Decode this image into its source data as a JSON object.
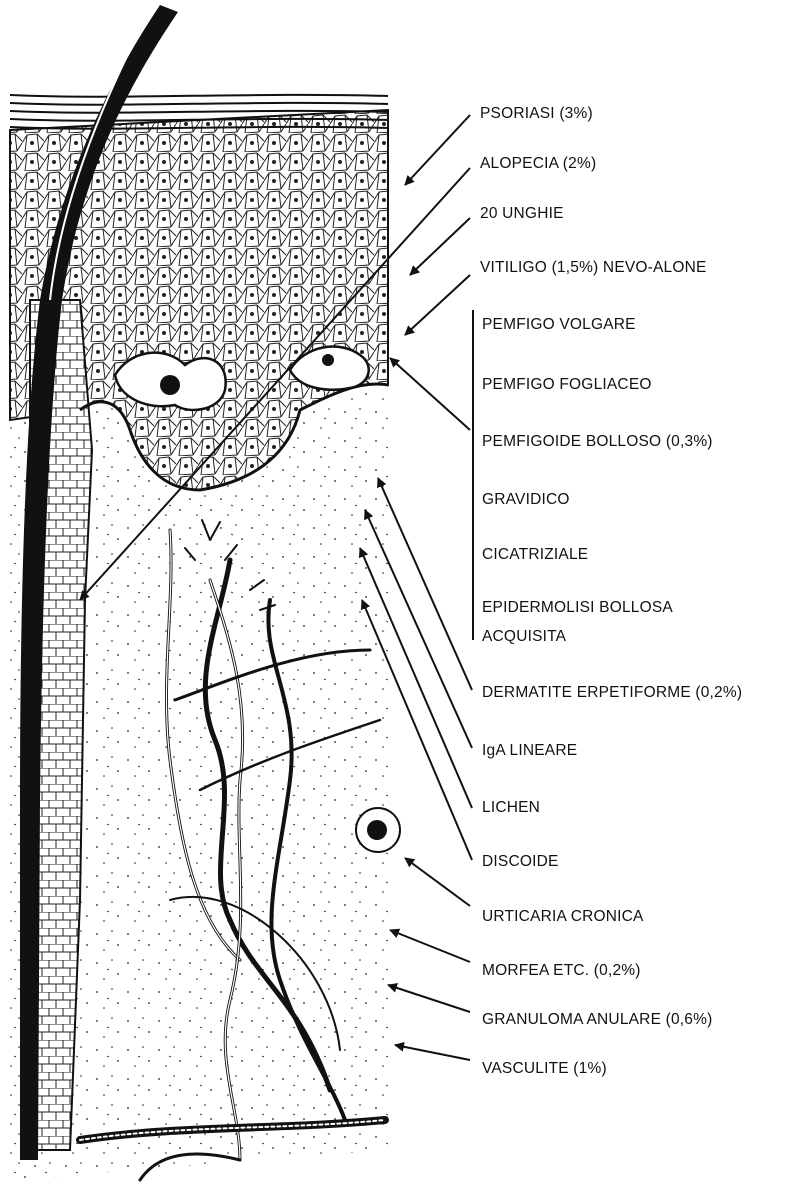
{
  "labels": {
    "psoriasi": "PSORIASI (3%)",
    "alopecia": "ALOPECIA (2%)",
    "unghie": "20 UNGHIE",
    "vitiligo": "VITILIGO (1,5%) NEVO-ALONE",
    "pemfigo_volgare": "PEMFIGO VOLGARE",
    "pemfigo_fogliaceo": "PEMFIGO FOGLIACEO",
    "pemfigoide": "PEMFIGOIDE BOLLOSO (0,3%)",
    "gravidico": "GRAVIDICO",
    "cicatriziale": "CICATRIZIALE",
    "epidermolisi_1": "EPIDERMOLISI BOLLOSA",
    "epidermolisi_2": "ACQUISITA",
    "dermatite": "DERMATITE ERPETIFORME (0,2%)",
    "iga": "IgA LINEARE",
    "lichen": "LICHEN",
    "discoide": "DISCOIDE",
    "urticaria": "URTICARIA CRONICA",
    "morfea": "MORFEA ETC. (0,2%)",
    "granuloma": "GRANULOMA ANULARE (0,6%)",
    "vasculite": "VASCULITE (1%)"
  },
  "colors": {
    "ink": "#111111",
    "paper": "#ffffff"
  }
}
